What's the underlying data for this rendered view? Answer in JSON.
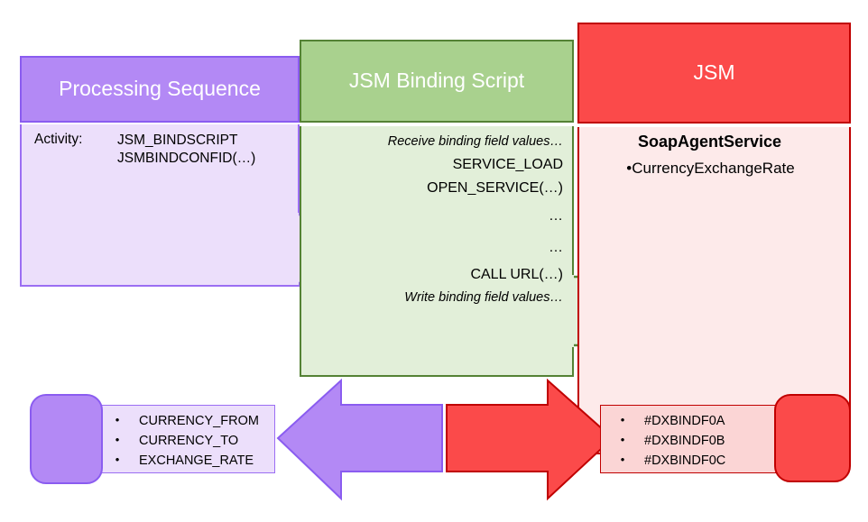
{
  "diagram": {
    "title_hidden": "JSM Binding Script flow",
    "colors": {
      "purple_header": "#B389F5",
      "purple_body": "#ECDFFB",
      "purple_border": "#8A5CF0",
      "green_header": "#A9D18E",
      "green_body": "#E2EFD9",
      "green_border": "#548235",
      "red_header": "#FB4A4A",
      "red_body": "#FDEAEA",
      "red_border": "#C00000",
      "red_field_body": "#FBD5D5"
    }
  },
  "lanes": {
    "processing_sequence": {
      "title": "Processing Sequence",
      "activity_label": "Activity:",
      "activity_values": "JSM_BINDSCRIPT\nJSMBINDCONFID(…)",
      "activity_value_lines": [
        "JSM_BINDSCRIPT",
        "JSMBINDCONFID(…)"
      ]
    },
    "binding_script": {
      "title": "JSM Binding Script",
      "lines": [
        {
          "text": "Receive binding field values…",
          "style": "italic"
        },
        {
          "text": "SERVICE_LOAD",
          "style": "normal"
        },
        {
          "text": "OPEN_SERVICE(…)",
          "style": "normal"
        },
        {
          "text": "…",
          "style": "dots"
        },
        {
          "text": "…",
          "style": "dots"
        },
        {
          "text": "CALL URL(…)",
          "style": "normal"
        },
        {
          "text": "Write binding field values…",
          "style": "italic"
        }
      ]
    },
    "jsm": {
      "title": "JSM",
      "service_name": "SoapAgentService",
      "bullet_char": "•",
      "operations": [
        "CurrencyExchangeRate"
      ]
    }
  },
  "bottom": {
    "left_fields": {
      "bullet_char": "•",
      "items": [
        "CURRENCY_FROM",
        "CURRENCY_TO",
        "EXCHANGE_RATE"
      ]
    },
    "right_fields": {
      "bullet_char": "•",
      "items": [
        "#DXBINDF0A",
        "#DXBINDF0B",
        "#DXBINDF0C"
      ]
    },
    "arrow_left_name": "return-values-arrow",
    "arrow_right_name": "send-values-arrow"
  }
}
